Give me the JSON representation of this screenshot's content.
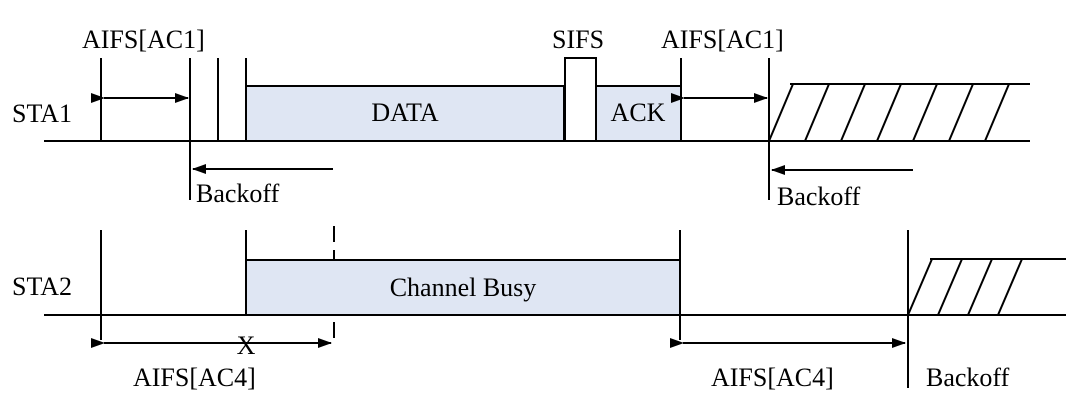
{
  "rows": {
    "sta1": "STA1",
    "sta2": "STA2"
  },
  "sta1": {
    "aifs_left": "AIFS[AC1]",
    "sifs": "SIFS",
    "aifs_right": "AIFS[AC1]",
    "data": "DATA",
    "ack": "ACK",
    "backoff_left": "Backoff",
    "backoff_right": "Backoff"
  },
  "sta2": {
    "channel_busy": "Channel Busy",
    "collision_mark": "X",
    "aifs_left": "AIFS[AC4]",
    "aifs_right": "AIFS[AC4]",
    "backoff": "Backoff"
  },
  "colors": {
    "box_fill": "#dfe6f3",
    "line": "#000000"
  }
}
